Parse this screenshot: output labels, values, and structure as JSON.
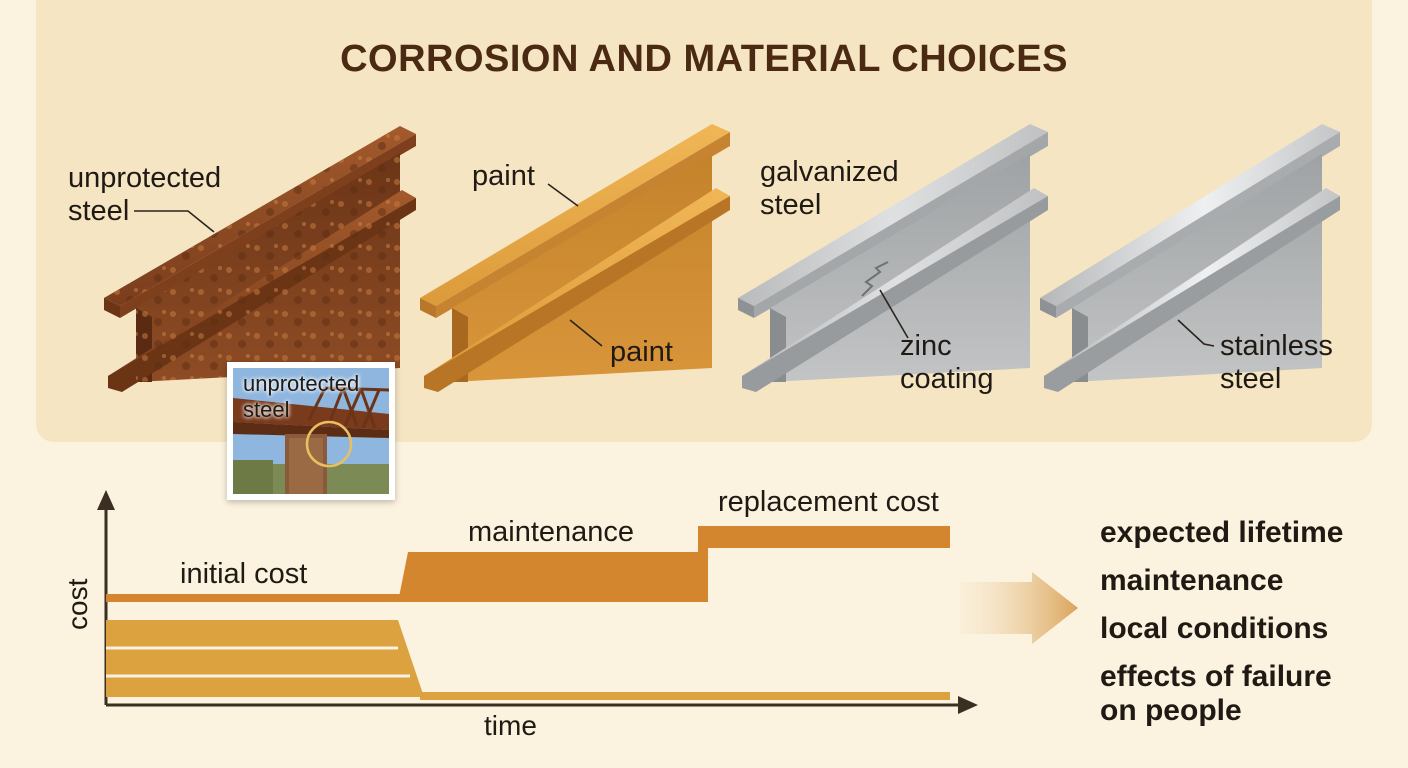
{
  "title": "CORROSION AND MATERIAL CHOICES",
  "beams": {
    "unprotected": {
      "label_line1": "unprotected",
      "label_line2": "steel"
    },
    "paint": {
      "label_top": "paint",
      "label_bottom": "paint"
    },
    "galvanized": {
      "label_line1": "galvanized",
      "label_line2": "steel",
      "coating_line1": "zinc",
      "coating_line2": "coating"
    },
    "stainless": {
      "label_line1": "stainless",
      "label_line2": "steel"
    }
  },
  "photo": {
    "label_line1": "unprotected",
    "label_line2": "steel"
  },
  "cost_chart": {
    "y_axis_label": "cost",
    "x_axis_label": "time",
    "segments": {
      "initial": "initial cost",
      "maintenance": "maintenance",
      "replacement": "replacement cost"
    }
  },
  "factors": [
    "expected lifetime",
    "maintenance",
    "local conditions",
    "effects of failure",
    "on people"
  ],
  "colors": {
    "rust": "#8a4a22",
    "paint": "#e0a23f",
    "steel": "#c9cbcc",
    "cost_bar": "#d4862e",
    "title": "#4a2a12",
    "panel": "#f5e5c3"
  }
}
